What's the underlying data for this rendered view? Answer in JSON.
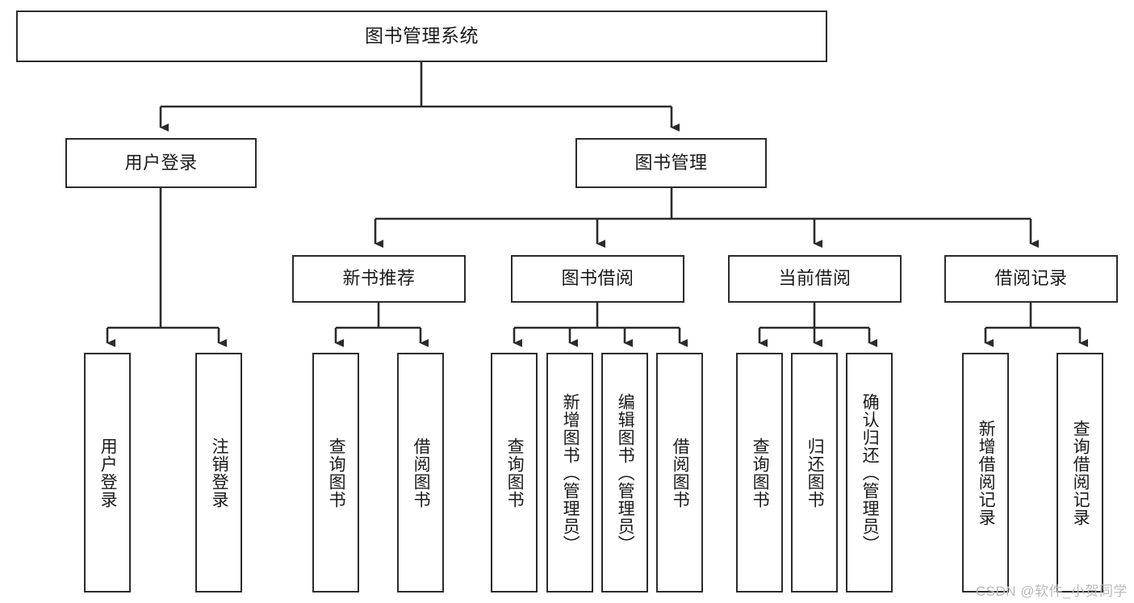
{
  "diagram": {
    "title": "图书管理系统",
    "type": "hierarchy-tree",
    "root": {
      "id": "root",
      "label": "图书管理系统",
      "orientation": "horizontal"
    },
    "level2": [
      {
        "id": "user-login",
        "label": "用户登录",
        "orientation": "horizontal"
      },
      {
        "id": "book-management",
        "label": "图书管理",
        "orientation": "horizontal"
      }
    ],
    "level3": [
      {
        "id": "new-book-recommend",
        "label": "新书推荐",
        "orientation": "horizontal",
        "parent": "book-management"
      },
      {
        "id": "book-borrow",
        "label": "图书借阅",
        "orientation": "horizontal",
        "parent": "book-management"
      },
      {
        "id": "current-borrow",
        "label": "当前借阅",
        "orientation": "horizontal",
        "parent": "book-management"
      },
      {
        "id": "borrow-record",
        "label": "借阅记录",
        "orientation": "horizontal",
        "parent": "book-management"
      }
    ],
    "leaves": [
      {
        "id": "leaf-user-login",
        "label": "用户登录",
        "parent": "user-login"
      },
      {
        "id": "leaf-user-logout",
        "label": "注销登录",
        "parent": "user-login"
      },
      {
        "id": "leaf-query-book-1",
        "label": "查询图书",
        "parent": "new-book-recommend"
      },
      {
        "id": "leaf-borrow-book-1",
        "label": "借阅图书",
        "parent": "new-book-recommend"
      },
      {
        "id": "leaf-query-book-2",
        "label": "查询图书",
        "parent": "book-borrow"
      },
      {
        "id": "leaf-add-book",
        "label": "新增图书（管理员）",
        "parent": "book-borrow"
      },
      {
        "id": "leaf-edit-book",
        "label": "编辑图书（管理员）",
        "parent": "book-borrow"
      },
      {
        "id": "leaf-borrow-book-2",
        "label": "借阅图书",
        "parent": "book-borrow"
      },
      {
        "id": "leaf-query-book-3",
        "label": "查询图书",
        "parent": "current-borrow"
      },
      {
        "id": "leaf-return-book",
        "label": "归还图书",
        "parent": "current-borrow"
      },
      {
        "id": "leaf-confirm-return",
        "label": "确认归还（管理员）",
        "parent": "current-borrow"
      },
      {
        "id": "leaf-add-record",
        "label": "新增借阅记录",
        "parent": "borrow-record"
      },
      {
        "id": "leaf-query-record",
        "label": "查询借阅记录",
        "parent": "borrow-record"
      }
    ],
    "colors": {
      "stroke": "#2b2b2b",
      "background": "#ffffff",
      "text": "#1a1a1a",
      "watermark": "#b9b9b9"
    }
  },
  "watermark": {
    "text": "CSDN @软件_小贺同学"
  }
}
